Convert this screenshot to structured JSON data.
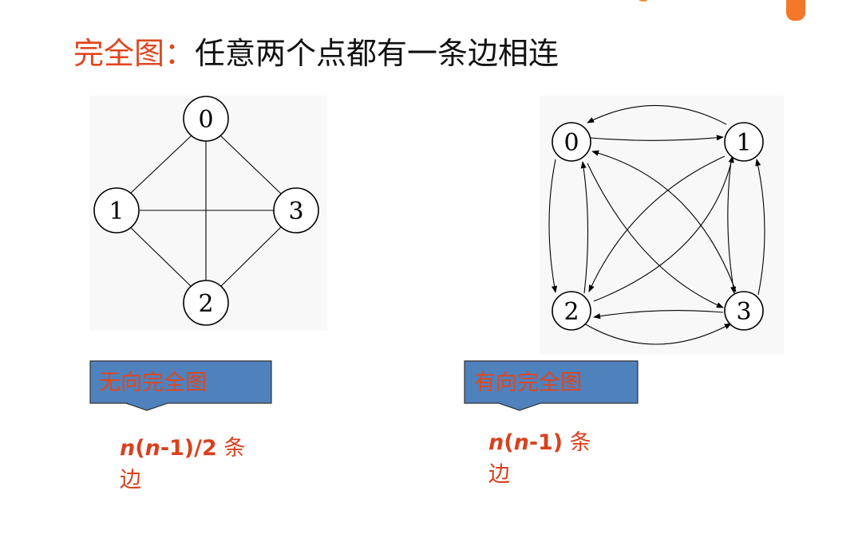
{
  "title": {
    "term": "完全图：",
    "definition": "任意两个点都有一条边相连"
  },
  "undirected": {
    "nodes": [
      "0",
      "1",
      "2",
      "3"
    ],
    "callout_label": "无向完全图",
    "formula": {
      "n1": "n",
      "lp": "(",
      "n2": "n",
      "rest": "-1)/2",
      "unit": " 条",
      "unit2": "边"
    }
  },
  "directed": {
    "nodes": [
      "0",
      "1",
      "2",
      "3"
    ],
    "callout_label": "有向完全图",
    "formula": {
      "n1": "n",
      "lp": "(",
      "n2": "n",
      "rest": "-1)",
      "unit": " 条",
      "unit2": "边"
    }
  },
  "colors": {
    "accent": "#e0471e",
    "callout_fill": "#4f81bd",
    "callout_border": "#333333",
    "orange_bar": "#f5782a"
  }
}
